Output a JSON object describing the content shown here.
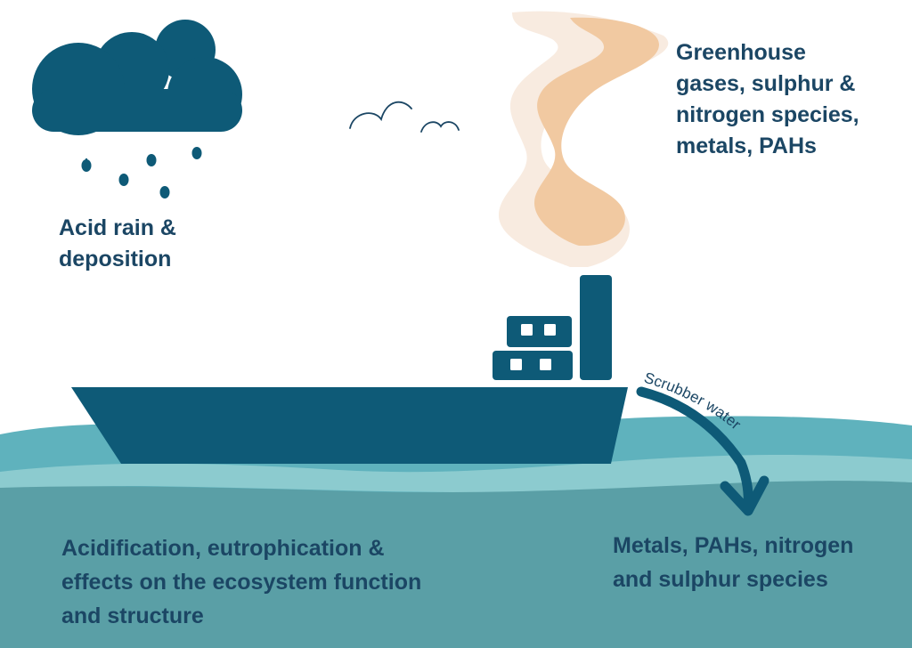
{
  "labels": {
    "acid_rain": [
      "Acid rain &",
      "deposition"
    ],
    "emissions": [
      "Greenhouse",
      "gases, sulphur &",
      "nitrogen species,",
      "metals, PAHs"
    ],
    "scrubber": "Scrubber water",
    "ocean_effects": [
      "Acidification, eutrophication &",
      "effects on the ecosystem function",
      "and structure"
    ],
    "discharge": [
      "Metals, PAHs, nitrogen",
      "and sulphur species"
    ]
  },
  "colors": {
    "ship": "#0e5a77",
    "cloud": "#0e5a77",
    "smoke": "#f1c9a1",
    "smoke_halo": "#f8ebe0",
    "sea_surface": "#5fb2bd",
    "sea_light": "#8ccbcf",
    "sea_deep": "#5a9fa6",
    "text": "#1b4664"
  },
  "icons": {
    "cloud": "rain-cloud-icon",
    "birds": "birds-icon",
    "ship": "cargo-ship-icon",
    "smoke": "smoke-plume-icon",
    "arrow": "curved-arrow-icon"
  }
}
